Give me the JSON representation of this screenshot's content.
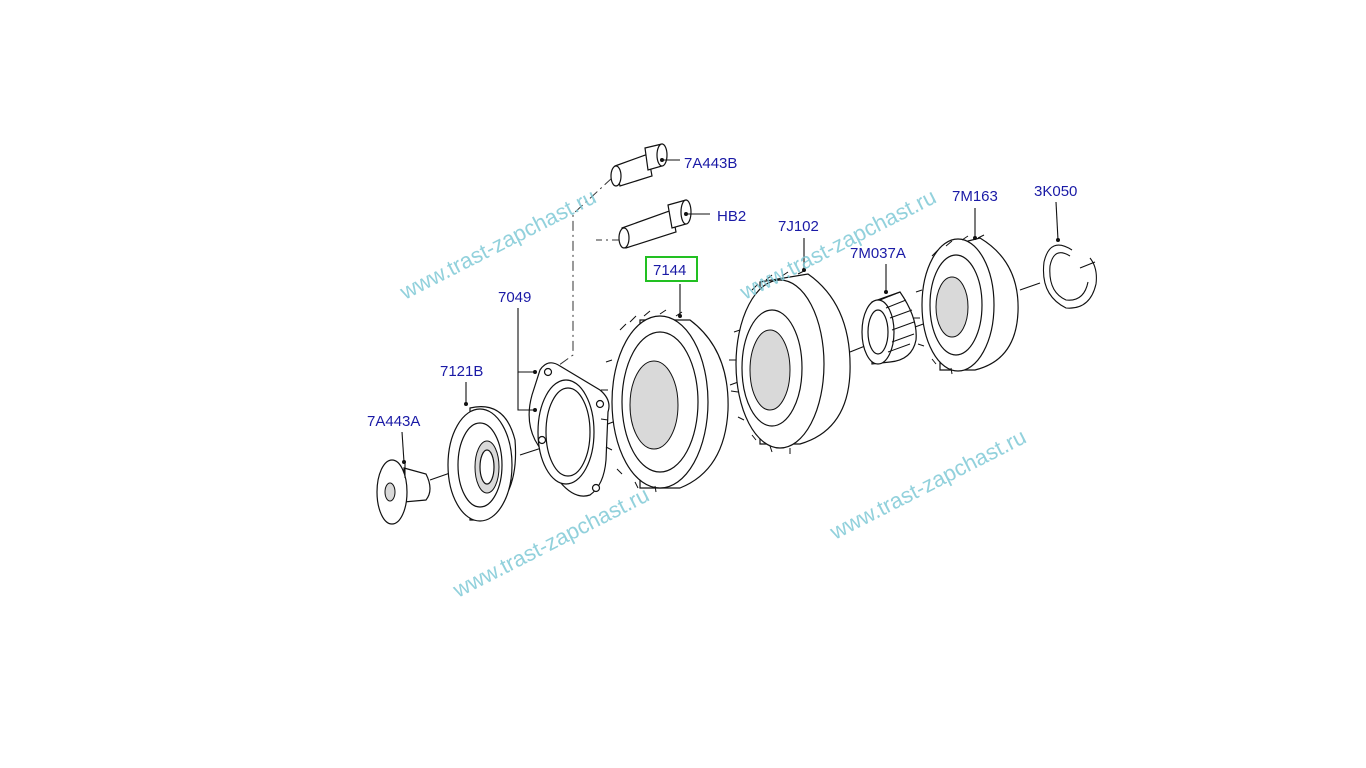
{
  "labels": {
    "l_7a443b": "7A443B",
    "l_hb2": "HB2",
    "l_7j102": "7J102",
    "l_7m163": "7M163",
    "l_3k050": "3K050",
    "l_7m037a": "7M037A",
    "l_7144": "7144",
    "l_7049": "7049",
    "l_7121b": "7121B",
    "l_7a443a": "7A443A"
  },
  "selected_part": "7144",
  "watermark": "www.trast-zapchast.ru",
  "colors": {
    "label": "#1a1aa6",
    "selection": "#22c022",
    "watermark": "#7fc9d6"
  }
}
